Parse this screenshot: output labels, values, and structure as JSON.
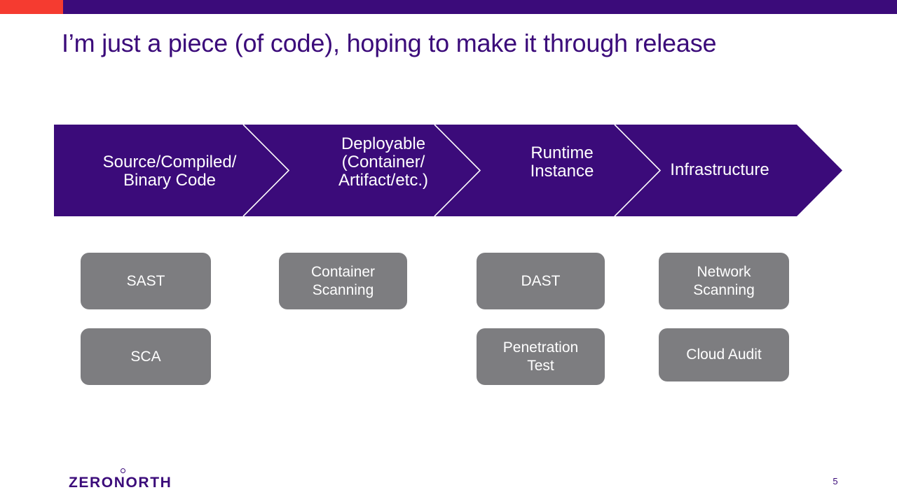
{
  "slide": {
    "title": "I’m just a piece (of code), hoping to make it through release",
    "number": "5",
    "background_color": "#FFFFFF",
    "accent_purple": "#3B0B7A",
    "accent_red": "#F53B30",
    "tool_box_color": "#7D7D80"
  },
  "top_bars": {
    "red_bar_name": "red-accent-bar",
    "purple_bar_name": "purple-header-bar"
  },
  "pipeline": {
    "stages": [
      {
        "label": "Source/Compiled/\nBinary Code"
      },
      {
        "label": "Deployable\n(Container/\nArtifact/etc.)"
      },
      {
        "label": "Runtime\nInstance"
      },
      {
        "label": "Infrastructure"
      }
    ]
  },
  "tools": {
    "columns": [
      {
        "stage": "Source/Compiled/Binary Code",
        "items": [
          {
            "label": "SAST"
          },
          {
            "label": "SCA"
          }
        ]
      },
      {
        "stage": "Deployable (Container/Artifact/etc.)",
        "items": [
          {
            "label": "Container\nScanning"
          }
        ]
      },
      {
        "stage": "Runtime Instance",
        "items": [
          {
            "label": "DAST"
          },
          {
            "label": "Penetration\nTest"
          }
        ]
      },
      {
        "stage": "Infrastructure",
        "items": [
          {
            "label": "Network\nScanning"
          },
          {
            "label": "Cloud Audit"
          }
        ]
      }
    ]
  },
  "footer": {
    "brand": "ZERONORTH"
  }
}
